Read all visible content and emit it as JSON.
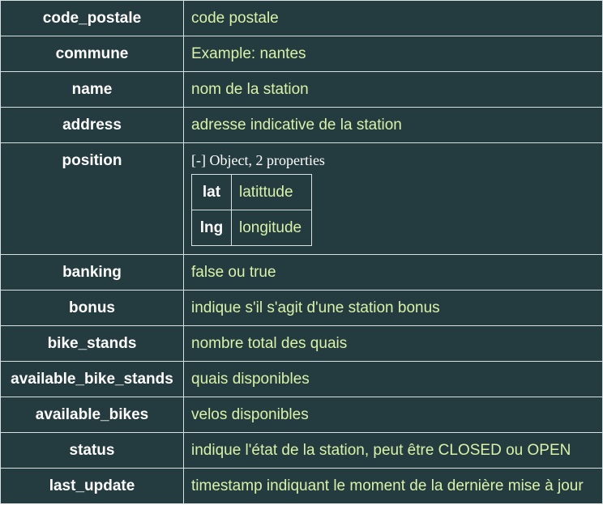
{
  "rows": [
    {
      "key": "code_postale",
      "value": "code postale"
    },
    {
      "key": "commune",
      "value": "Example: nantes"
    },
    {
      "key": "name",
      "value": "nom de la station"
    },
    {
      "key": "address",
      "value": "adresse indicative de la station"
    },
    {
      "key": "position",
      "object_header": "[-] Object, 2 properties",
      "properties": [
        {
          "key": "lat",
          "value": "latittude"
        },
        {
          "key": "lng",
          "value": "longitude"
        }
      ]
    },
    {
      "key": "banking",
      "value": "false ou true"
    },
    {
      "key": "bonus",
      "value": "indique s'il s'agit d'une station bonus"
    },
    {
      "key": "bike_stands",
      "value": "nombre total des quais"
    },
    {
      "key": "available_bike_stands",
      "value": "quais disponibles"
    },
    {
      "key": "available_bikes",
      "value": "velos disponibles"
    },
    {
      "key": "status",
      "value": "indique l'état de la station, peut être CLOSED ou OPEN"
    },
    {
      "key": "last_update",
      "value": "timestamp indiquant le moment de la dernière mise à jour"
    }
  ]
}
